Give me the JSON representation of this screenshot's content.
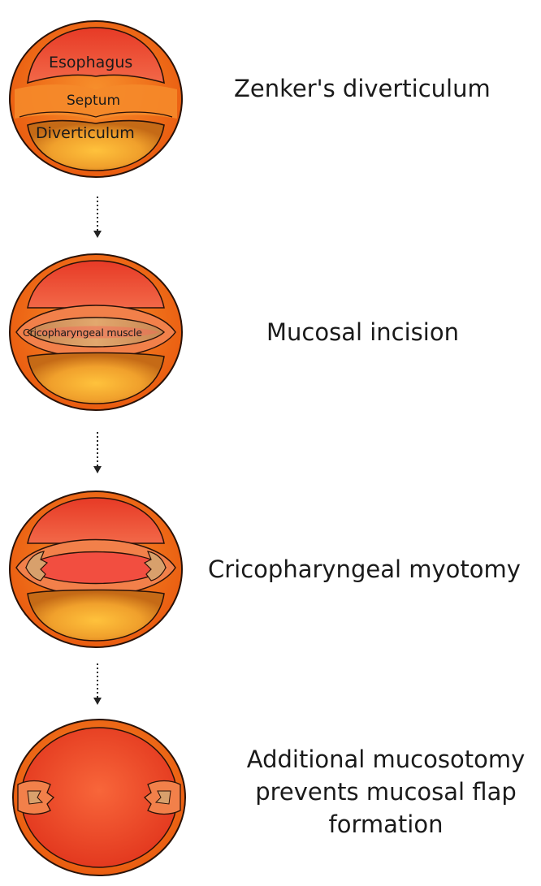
{
  "stages": [
    {
      "caption": "Zenker's diverticulum",
      "labels": {
        "esophagus": "Esophagus",
        "septum": "Septum",
        "diverticulum": "Diverticulum"
      }
    },
    {
      "caption": "Mucosal incision",
      "labels": {
        "muscle": "Cricopharyngeal muscle"
      }
    },
    {
      "caption": "Cricopharyngeal myotomy"
    },
    {
      "caption_lines": [
        "Additional mucosotomy",
        "prevents mucosal flap",
        "formation"
      ]
    }
  ],
  "colors": {
    "rim": "#f06a14",
    "rim_inner": "#f58a2a",
    "lumen_top": "#e8402a",
    "lumen_mid": "#f25e3e",
    "diverticulum": "#e0821c",
    "diverticulum_glow": "#ffbf3a",
    "muscle": "#d99b61",
    "outline": "#2a1208"
  }
}
